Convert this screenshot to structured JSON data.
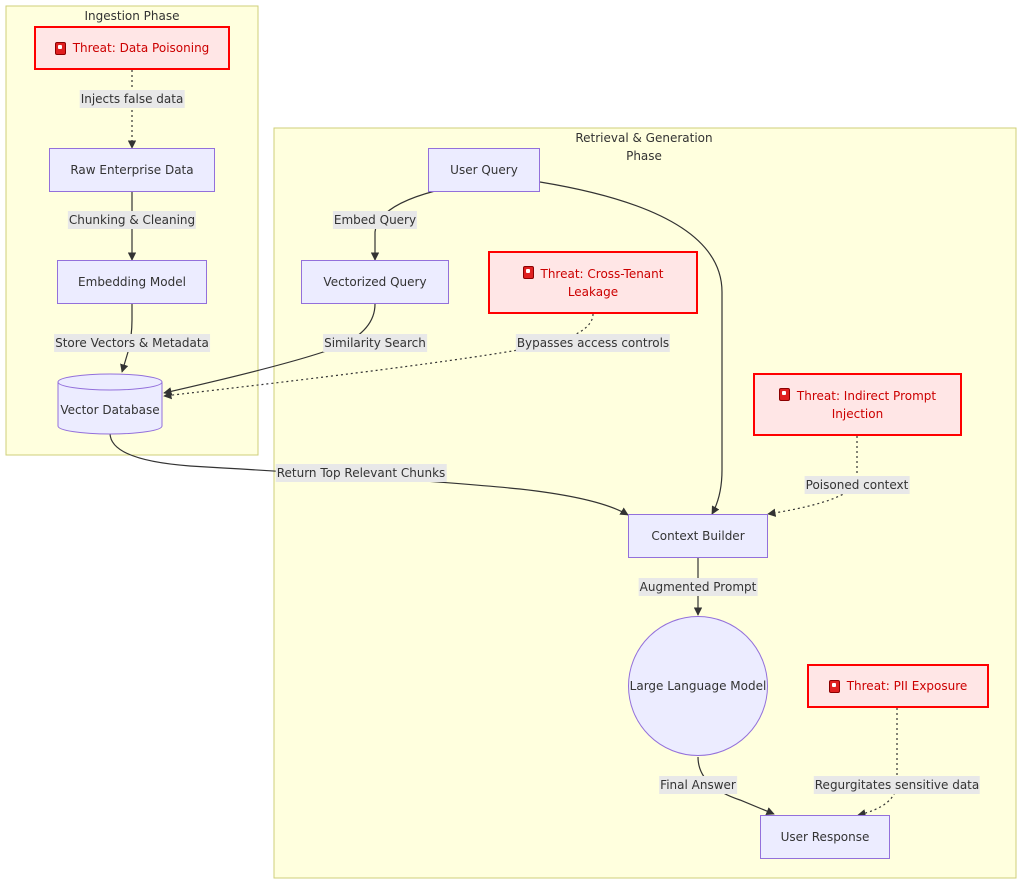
{
  "groups": {
    "ingestion": {
      "title": "Ingestion Phase"
    },
    "retrieval": {
      "title": "Retrieval & Generation\nPhase"
    }
  },
  "nodes": {
    "threat_poisoning": "Threat: Data Poisoning",
    "raw_data": "Raw Enterprise Data",
    "embedding_model": "Embedding Model",
    "vector_db": "Vector Database",
    "user_query": "User Query",
    "vectorized_query": "Vectorized Query",
    "threat_cross_tenant": "Threat: Cross-Tenant\nLeakage",
    "threat_indirect": "Threat: Indirect Prompt\nInjection",
    "context_builder": "Context Builder",
    "llm": "Large Language Model",
    "threat_pii": "Threat: PII Exposure",
    "user_response": "User Response"
  },
  "edges": {
    "injects": "Injects false data",
    "chunking": "Chunking & Cleaning",
    "store_vectors": "Store Vectors & Metadata",
    "embed_query": "Embed Query",
    "similarity": "Similarity Search",
    "bypasses": "Bypasses access controls",
    "return_chunks": "Return Top Relevant Chunks",
    "poisoned": "Poisoned context",
    "augmented": "Augmented Prompt",
    "final_answer": "Final Answer",
    "regurgitates": "Regurgitates sensitive data"
  },
  "icons": {
    "threat": "warning-icon"
  },
  "colors": {
    "group_fill": "#ffffde",
    "group_border": "#cfcf7a",
    "node_fill": "#ececff",
    "node_border": "#9370db",
    "threat_fill": "#ffe6e6",
    "threat_border": "#ff0000",
    "threat_text": "#cc0000",
    "edge": "#333333",
    "label_bg": "#e8e8e8"
  }
}
